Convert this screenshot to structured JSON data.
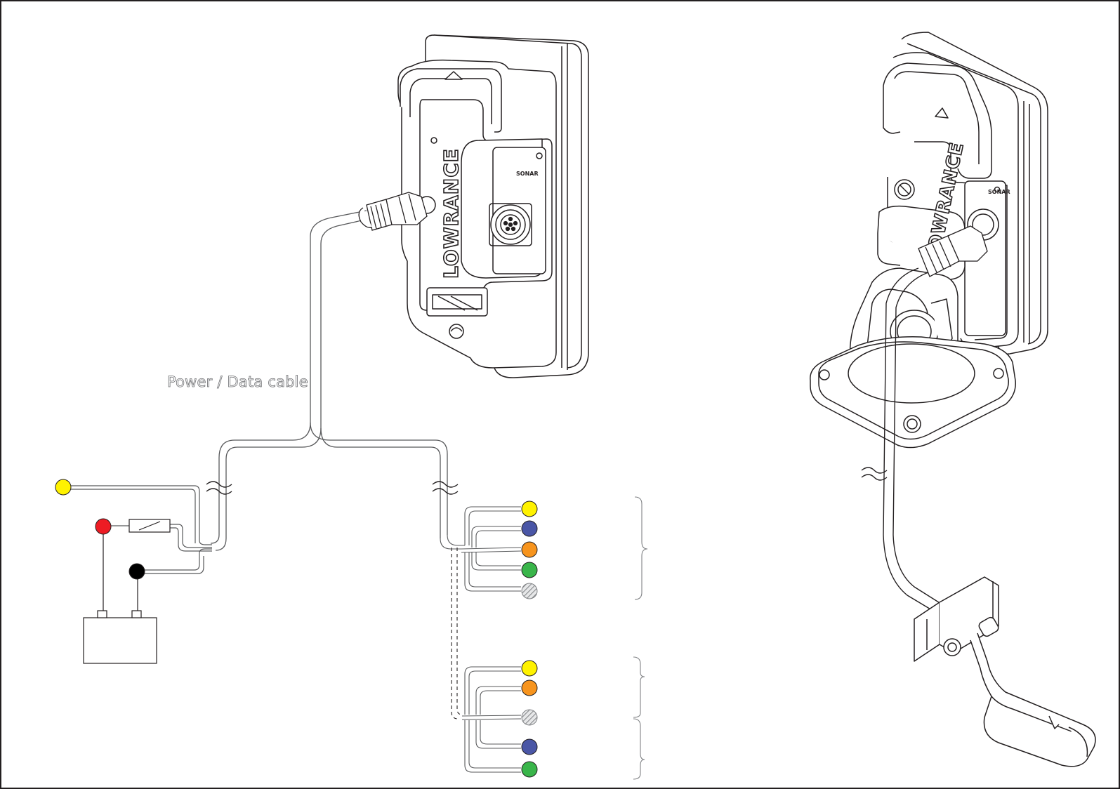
{
  "labels": {
    "cable": "Power / Data cable",
    "brand": "LOWRANCE",
    "port": "SONAR"
  },
  "colors": {
    "line": "#231f20",
    "cable_outline": "#58595b",
    "yellow": "#fff200",
    "red": "#ed1c24",
    "black": "#000000",
    "blue": "#4a56a6",
    "orange": "#f7941d",
    "green": "#39b54a",
    "shield": "#bcbec0"
  },
  "icons": {
    "fuse": "fuse-icon",
    "battery": "battery-icon",
    "connector": "connector-icon",
    "break": "cable-break-icon"
  }
}
